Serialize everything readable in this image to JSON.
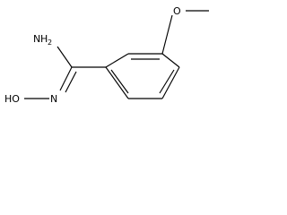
{
  "structure": {
    "labels": {
      "amine_n": "N",
      "amine_h": "H",
      "amine_sub": "2",
      "oxime_n": "N",
      "hydroxyl": "HO",
      "methoxy_o": "O"
    },
    "colors": {
      "bond": "#000000",
      "text": "#000000",
      "background": "#ffffff"
    }
  }
}
